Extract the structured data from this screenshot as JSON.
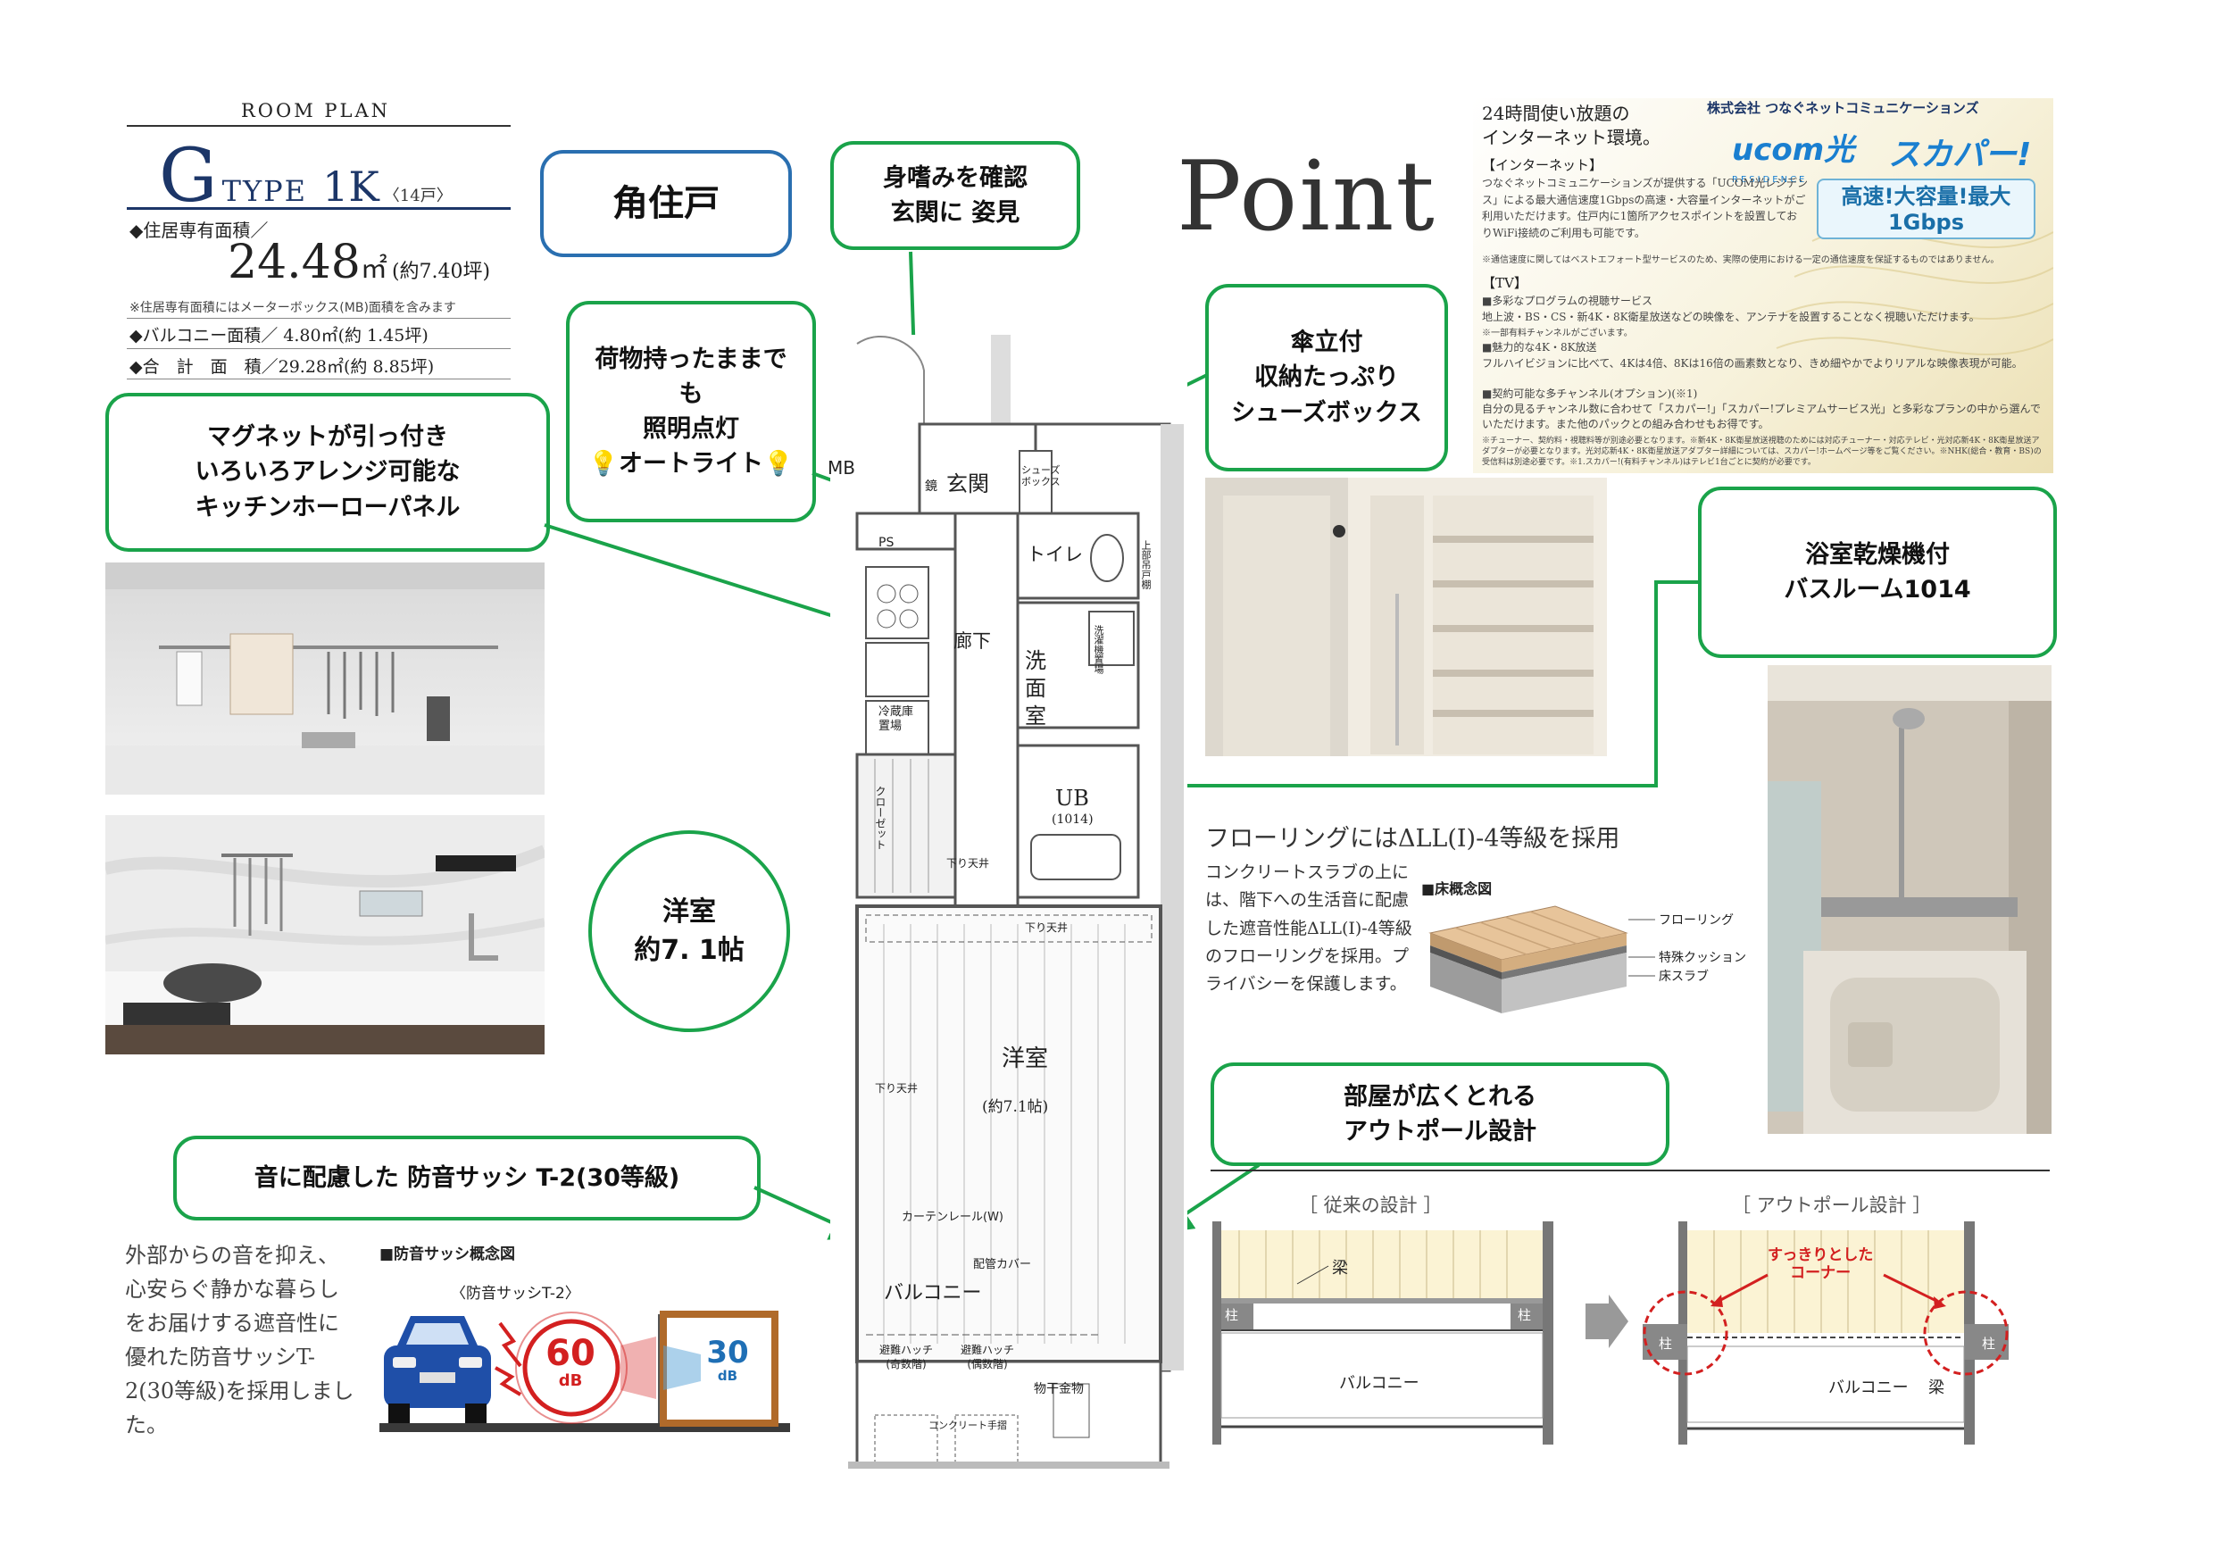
{
  "header": {
    "room_plan_label": "ROOM PLAN",
    "type_letter": "G",
    "type_text": "TYPE",
    "layout": "1K",
    "units": "〈14戸〉",
    "area_label": "◆住居専有面積／",
    "area_value": "24.48",
    "area_unit": "㎡",
    "area_tsubo": "(約7.40坪)",
    "area_note": "※住居専有面積にはメーターボックス(MB)面積を含みます",
    "balcony_row": "◆バルコニー面積／ 4.80㎡(約 1.45坪)",
    "total_row": "◆合　計　面　積／29.28㎡(約 8.85坪)"
  },
  "callouts": {
    "corner": "角住戸",
    "mirror": "身嗜みを確認\n玄関に 姿見",
    "light": "荷物持ったままで\nも\n照明点灯\n💡オートライト💡",
    "magnet": "マグネットが引っ付き\nいろいろアレンジ可能な\nキッチンホーローパネル",
    "shoes": "傘立付\n収納たっぷり\nシューズボックス",
    "bath": "浴室乾燥機付\nバスルーム1014",
    "room": "洋室\n約7. 1帖",
    "outpole": "部屋が広くとれる\nアウトポール設計",
    "sash": "音に配慮した 防音サッシ T-2(30等級)"
  },
  "point_title": "Point",
  "internet": {
    "headline": "24時間使い放題の\nインターネット環境。",
    "company": "株式会社 つなぐネットコミュニケーションズ",
    "ucom": "ucom光",
    "ucom_sub": "RESIDENCE",
    "skyperfect": "スカパー!",
    "speed": "高速!大容量!最大\n1Gbps",
    "sec_internet": "【インターネット】",
    "internet_body": "つなぐネットコミュニケーションズが提供する「UCOM光レジデンス」による最大通信速度1Gbpsの高速・大容量インターネットがご利用いただけます。住戸内に1箇所アクセスポイントを設置しておりWiFi接続のご利用も可能です。",
    "internet_note": "※通信速度に関してはベストエフォート型サービスのため、実際の使用における一定の通信速度を保証するものではありません。",
    "sec_tv": "【TV】",
    "tv1_head": "■多彩なプログラムの視聴サービス",
    "tv1_body": "地上波・BS・CS・新4K・8K衛星放送などの映像を、アンテナを設置することなく視聴いただけます。",
    "tv1_note": "※一部有料チャンネルがございます。",
    "tv2_head": "■魅力的な4K・8K放送",
    "tv2_body": "フルハイビジョンに比べて、4Kは4倍、8Kは16倍の画素数となり、きめ細やかでよりリアルな映像表現が可能。",
    "tv3_head": "■契約可能な多チャンネル(オプション)(※1)",
    "tv3_body": "自分の見るチャンネル数に合わせて「スカパー!」「スカパー!プレミアムサービス光」と多彩なプランの中から選んでいただけます。また他のパックとの組み合わせもお得です。",
    "tv_note": "※チューナー、契約料・視聴料等が別途必要となります。※新4K・8K衛星放送視聴のためには対応チューナー・対応テレビ・光対応新4K・8K衛星放送アダプターが必要となります。光対応新4K・8K衛星放送アダプター詳細については、スカパー!ホームページ等をご覧ください。※NHK(総合・教育・BS)の受信料は別途必要です。※1.スカパー!(有料チャンネル)はテレビ1台ごとに契約が必要です。"
  },
  "flooring": {
    "title": "フローリングにはΔLL(Ⅰ)-4等級を採用",
    "body": "コンクリートスラブの上には、階下への生活音に配慮した遮音性能ΔLL(Ⅰ)-4等級のフローリングを採用。プライバシーを保護します。",
    "diagram_label": "■床概念図",
    "layer1": "フローリング",
    "layer2": "特殊クッション",
    "layer3": "床スラブ"
  },
  "sash": {
    "body": "外部からの音を抑え、心安らぐ静かな暮らしをお届けする遮音性に優れた防音サッシT-2(30等級)を採用しました。",
    "diagram_label": "■防音サッシ概念図",
    "sash_label": "〈防音サッシT-2〉",
    "outer_db": "60",
    "inner_db": "30",
    "db_unit": "dB"
  },
  "compare": {
    "left_title": "［ 従来の設計 ］",
    "right_title": "［ アウトポール設計 ］",
    "beam": "梁",
    "pillar": "柱",
    "balcony": "バルコニー",
    "corner_note": "すっきりとした\nコーナー"
  },
  "floorplan": {
    "mb": "MB",
    "entrance": "玄関",
    "shoes_box": "シューズ\nボックス",
    "ps": "PS",
    "toilet": "トイレ",
    "upper_cabinet": "上部吊戸棚",
    "hallway": "廊下",
    "washroom": "洗面室",
    "washer": "洗濯機置場",
    "fridge": "冷蔵庫置場",
    "closet": "クローゼット",
    "ub": "UB",
    "ub_size": "(1014)",
    "lowered_ceiling": "下り天井",
    "room": "洋室",
    "room_size": "(約7.1帖)",
    "curtain": "カーテンレール(W)",
    "balcony": "バルコニー",
    "cover": "配管カバー",
    "hatch1": "避難ハッチ\n(奇数階)",
    "hatch2": "避難ハッチ\n(偶数階)",
    "laundry": "物干金物",
    "railing": "コンクリート手摺",
    "mirror_label": "鏡"
  },
  "colors": {
    "callout_green": "#1aa34a",
    "callout_blue": "#2a6fb0",
    "navy": "#1c3668",
    "red": "#d32020"
  }
}
